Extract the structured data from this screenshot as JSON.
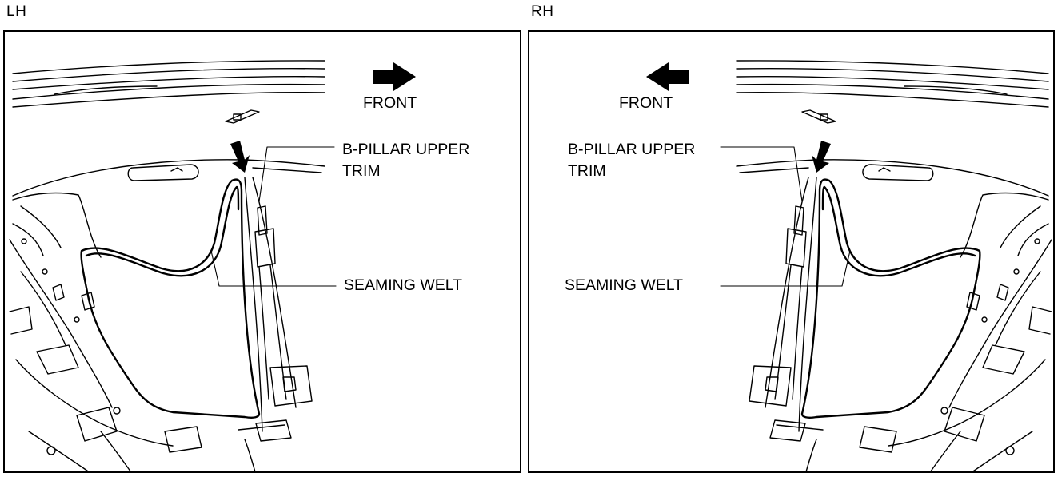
{
  "panels": {
    "lh": {
      "side_label": "LH",
      "direction_label": "FRONT",
      "direction_arrow": "arrow-right",
      "callouts": {
        "b_pillar_line1": "B-PILLAR UPPER",
        "b_pillar_line2": "TRIM",
        "seaming_welt": "SEAMING WELT"
      }
    },
    "rh": {
      "side_label": "RH",
      "direction_label": "FRONT",
      "direction_arrow": "arrow-left",
      "callouts": {
        "b_pillar_line1": "B-PILLAR UPPER",
        "b_pillar_line2": "TRIM",
        "seaming_welt": "SEAMING WELT"
      }
    }
  },
  "colors": {
    "line": "#000000",
    "background": "#ffffff"
  }
}
